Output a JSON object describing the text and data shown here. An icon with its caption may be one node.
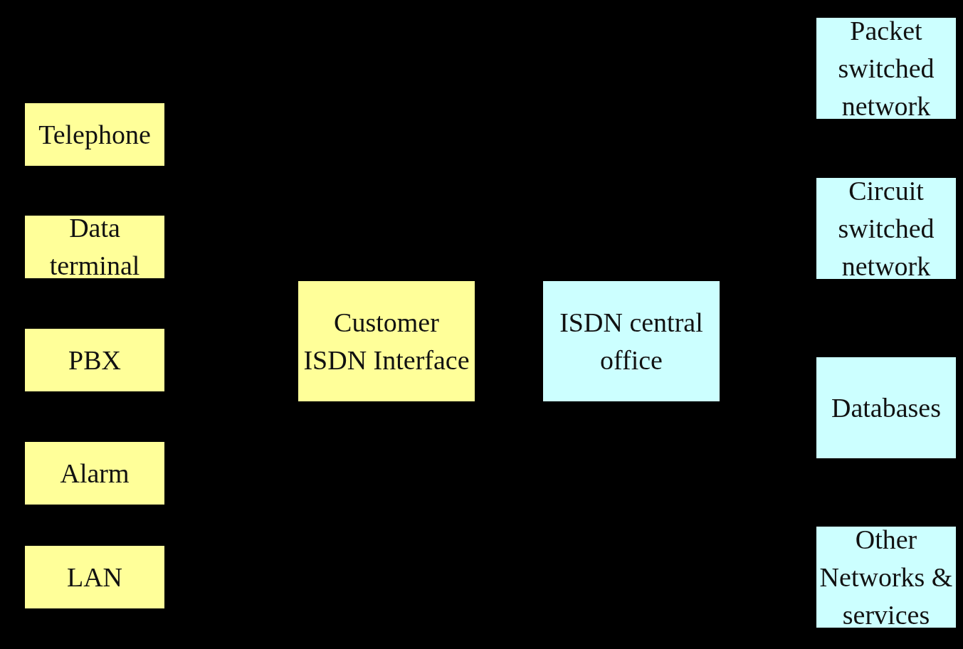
{
  "diagram": {
    "nodes": [
      {
        "text": [
          "Telephone"
        ]
      },
      {
        "text": [
          "Data terminal"
        ]
      },
      {
        "text": [
          "PBX"
        ]
      },
      {
        "text": [
          "Alarm"
        ]
      },
      {
        "text": [
          "LAN"
        ]
      },
      {
        "text": [
          "Customer ISDN Interface"
        ]
      },
      {
        "text": [
          "ISDN central office"
        ]
      },
      {
        "text": [
          "Packet switched network"
        ]
      },
      {
        "text": [
          "Circuit switched network"
        ]
      },
      {
        "text": [
          "Databases"
        ]
      },
      {
        "text": [
          "Other Networks & services"
        ]
      }
    ]
  }
}
